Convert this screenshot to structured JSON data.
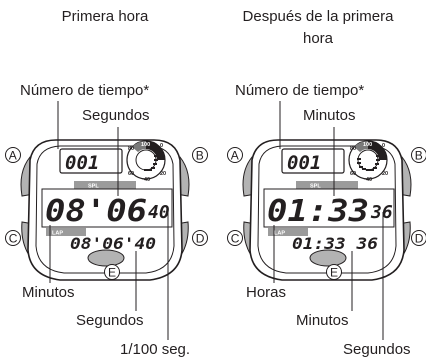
{
  "left": {
    "title": "Primera hora",
    "time_number_label": "Número de tiempo*",
    "top_callout": "Segundos",
    "left_callout": "Minutos",
    "bottom_callout_1": "Segundos",
    "bottom_callout_2": "1/100 seg.",
    "display": {
      "record_number": "001",
      "spl_tag": "SPL",
      "lap_tag": "LAP",
      "main_big": "08'06",
      "main_small": "40",
      "lap_value": "08'06'40"
    }
  },
  "right": {
    "title_line1": "Después de la primera",
    "title_line2": "hora",
    "time_number_label": "Número de tiempo*",
    "top_callout": "Minutos",
    "left_callout": "Horas",
    "bottom_callout_1": "Minutos",
    "bottom_callout_2": "Segundos",
    "display": {
      "record_number": "001",
      "spl_tag": "SPL",
      "lap_tag": "LAP",
      "main_big": "01:33",
      "main_small": "36",
      "lap_value": "01:33 36"
    }
  },
  "buttons": {
    "a": "A",
    "b": "B",
    "c": "C",
    "d": "D",
    "e": "E"
  },
  "ring_numbers": {
    "n0": "0",
    "n100": "100",
    "n20": "20",
    "n40": "40",
    "n60": "60",
    "n80": "80"
  },
  "colors": {
    "ink": "#231f20",
    "gray_button": "#b3b3b3",
    "bezel_gray": "#9b9b9b",
    "lcd_bg": "#ffffff"
  }
}
